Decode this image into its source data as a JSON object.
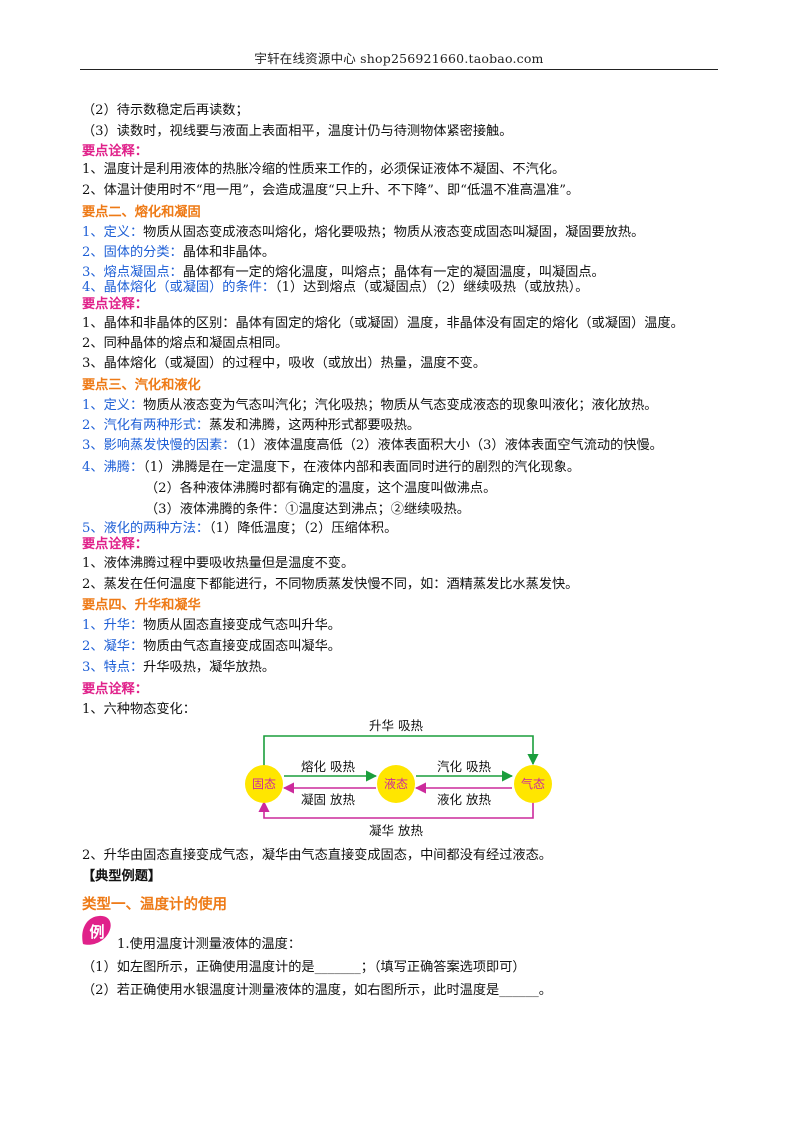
{
  "header": {
    "title": "宇轩在线资源中心   shop256921660.taobao.com"
  },
  "lines": {
    "l1": "（2）待示数稳定后再读数；",
    "l2": "（3）读数时，视线要与液面上表面相平，温度计仍与待测物体紧密接触。",
    "h1": "要点诠释：",
    "l3": "1、温度计是利用液体的热胀冷缩的性质来工作的，必须保证液体不凝固、不汽化。",
    "l4": "2、体温计使用时不“甩一甩”，会造成温度“只上升、不下降”、即“低温不准高温准”。",
    "s2": "要点二、熔化和凝固",
    "s2_1a": "1、定义：",
    "s2_1b": "物质从固态变成液态叫熔化，熔化要吸热；物质从液态变成固态叫凝固，凝固要放热。",
    "s2_2a": "2、固体的分类：",
    "s2_2b": "晶体和非晶体。",
    "s2_3a": "3、熔点凝固点：",
    "s2_3b": "晶体都有一定的熔化温度，叫熔点；晶体有一定的凝固温度，叫凝固点。",
    "s2_4a": "4、晶体熔化（或凝固）的条件：",
    "s2_4b": "（1）达到熔点（或凝固点）（2）继续吸热（或放热）。",
    "h2": "要点诠释：",
    "n2_1": "1、晶体和非晶体的区别：晶体有固定的熔化（或凝固）温度，非晶体没有固定的熔化（或凝固）温度。",
    "n2_2": "2、同种晶体的熔点和凝固点相同。",
    "n2_3": "3、晶体熔化（或凝固）的过程中，吸收（或放出）热量，温度不变。",
    "s3": "要点三、汽化和液化",
    "s3_1a": "1、定义：",
    "s3_1b": "物质从液态变为气态叫汽化；汽化吸热；物质从气态变成液态的现象叫液化；液化放热。",
    "s3_2a": "2、汽化有两种形式：",
    "s3_2b": "蒸发和沸腾，这两种形式都要吸热。",
    "s3_3a": "3、影响蒸发快慢的因素：",
    "s3_3b": "（1）液体温度高低（2）液体表面积大小（3）液体表面空气流动的快慢。",
    "s3_4a": "4、沸腾：",
    "s3_4b": "（1）沸腾是在一定温度下，在液体内部和表面同时进行的剧烈的汽化现象。",
    "s3_4c": "（2）各种液体沸腾时都有确定的温度，这个温度叫做沸点。",
    "s3_4d": "（3）液体沸腾的条件：①温度达到沸点；②继续吸热。",
    "s3_5a": "5、液化的两种方法：",
    "s3_5b": "（1）降低温度；（2）压缩体积。",
    "h3": "要点诠释：",
    "n3_1": "1、液体沸腾过程中要吸收热量但是温度不变。",
    "n3_2": "2、蒸发在任何温度下都能进行，不同物质蒸发快慢不同，如：酒精蒸发比水蒸发快。",
    "s4": "要点四、升华和凝华",
    "s4_1a": "1、升华：",
    "s4_1b": "物质从固态直接变成气态叫升华。",
    "s4_2a": "2、凝华：",
    "s4_2b": "物质由气态直接变成固态叫凝华。",
    "s4_3a": "3、特点：",
    "s4_3b": "升华吸热，凝华放热。",
    "h4": "要点诠释：",
    "n4_1": "1、六种物态变化：",
    "n4_2": "2、升华由固态直接变成气态，凝华由气态直接变成固态，中间都没有经过液态。",
    "typical": "【典型例题】",
    "type1": "类型一、温度计的使用",
    "ex1": "1.使用温度计测量液体的温度：",
    "ex1_1": "（1）如左图所示，正确使用温度计的是_______；（填写正确答案选项即可）",
    "ex1_2": "（2）若正确使用水银温度计测量液体的温度，如右图所示，此时温度是______。"
  },
  "diagram": {
    "solid": "固态",
    "liquid": "液态",
    "gas": "气态",
    "top_label": "升华  吸热",
    "melt_label": "熔化  吸热",
    "freeze_label": "凝固  放热",
    "vapor_label": "汽化  吸热",
    "condense_label": "液化  放热",
    "bottom_label": "凝华  放热",
    "colors": {
      "green": "#1a9e3c",
      "magenta": "#cc2a9c",
      "circle": "#ffe600"
    }
  },
  "example_badge": "例"
}
